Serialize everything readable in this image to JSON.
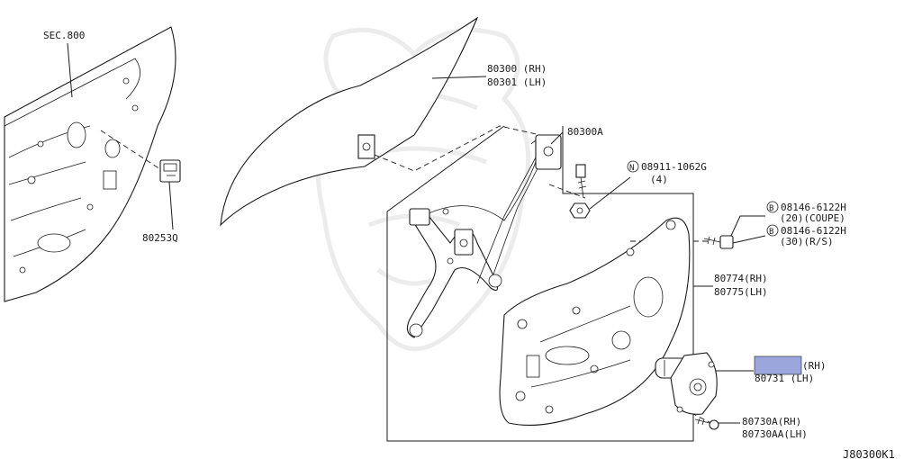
{
  "diagram_id": "J80300K1",
  "callouts": {
    "sec_800": "SEC.800",
    "p80300_rh": "80300 (RH)",
    "p80301_lh": "80301 (LH)",
    "p80253q": "80253Q",
    "p80300a": "80300A",
    "nut_code": "08911-1062G",
    "nut_prefix": "N",
    "nut_qty": "(4)",
    "bolt_prefix": "B",
    "bolt1_code": "08146-6122H",
    "bolt1_qty": "(20)(COUPE)",
    "bolt2_code": "08146-6122H",
    "bolt2_qty": "(30)(R/S)",
    "p80774_rh": "80774(RH)",
    "p80775_lh": "80775(LH)",
    "motor_rh_suffix": "(RH)",
    "motor_lh": "80731 (LH)",
    "p80730a_rh": "80730A(RH)",
    "p80730aa_lh": "80730AA(LH)"
  },
  "colors": {
    "line": "#1a1a1a",
    "highlight": "#9aa6dc",
    "watermark": "#dcdcdc"
  }
}
